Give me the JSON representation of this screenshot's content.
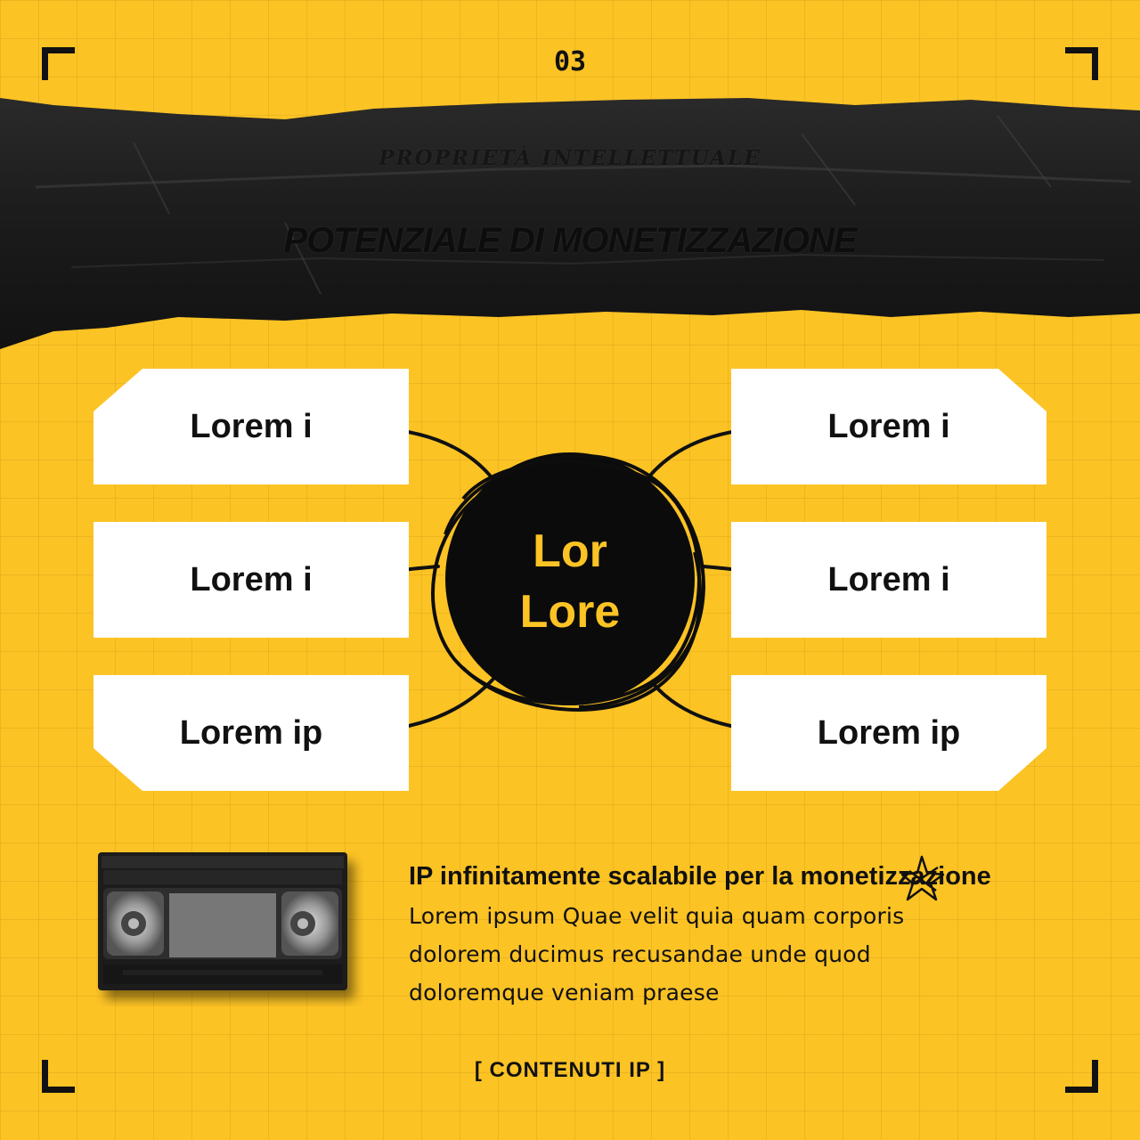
{
  "page_number": "03",
  "header": {
    "subtitle": "PROPRIETÀ INTELLETTUALE",
    "title": "POTENZIALE DI MONETIZZAZIONE"
  },
  "diagram": {
    "center": {
      "line1": "Lor",
      "line2": "Lore"
    },
    "left_boxes": [
      "Lorem i",
      "Lorem i",
      "Lorem ip"
    ],
    "right_boxes": [
      "Lorem i",
      "Lorem i",
      "Lorem ip"
    ]
  },
  "info": {
    "title": "IP infinitamente scalabile per la monetizzazione",
    "body": "Lorem ipsum Quae velit quia quam corporis dolorem ducimus recusandae unde quod doloremque veniam praese"
  },
  "footer": {
    "label": "[ CONTENUTI IP ]"
  },
  "colors": {
    "background": "#fcc325",
    "tape": "#1a1a1a",
    "ink": "#111111",
    "box": "#ffffff"
  },
  "icons": [
    "corner-bracket-icon",
    "arrow-icon",
    "star-doodle-icon",
    "vhs-cassette-icon"
  ]
}
